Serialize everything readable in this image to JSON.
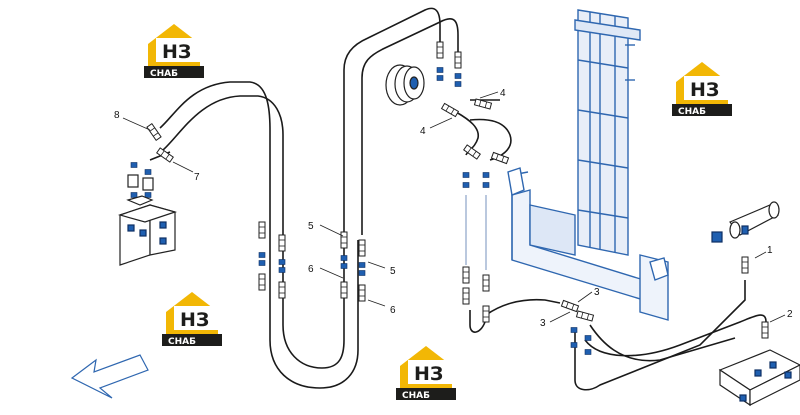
{
  "diagram": {
    "callouts": [
      "1",
      "2",
      "3",
      "3",
      "4",
      "4",
      "5",
      "5",
      "6",
      "6",
      "7",
      "8"
    ]
  },
  "logo": {
    "big": "НЗ",
    "small": "СНАБ"
  },
  "colors": {
    "hose": "#1a1a1a",
    "fitting_blue": "#1f5fb0",
    "mast_blue": "#2f67b0",
    "logo_yellow": "#f2b705",
    "logo_dark": "#1d1d1b"
  }
}
